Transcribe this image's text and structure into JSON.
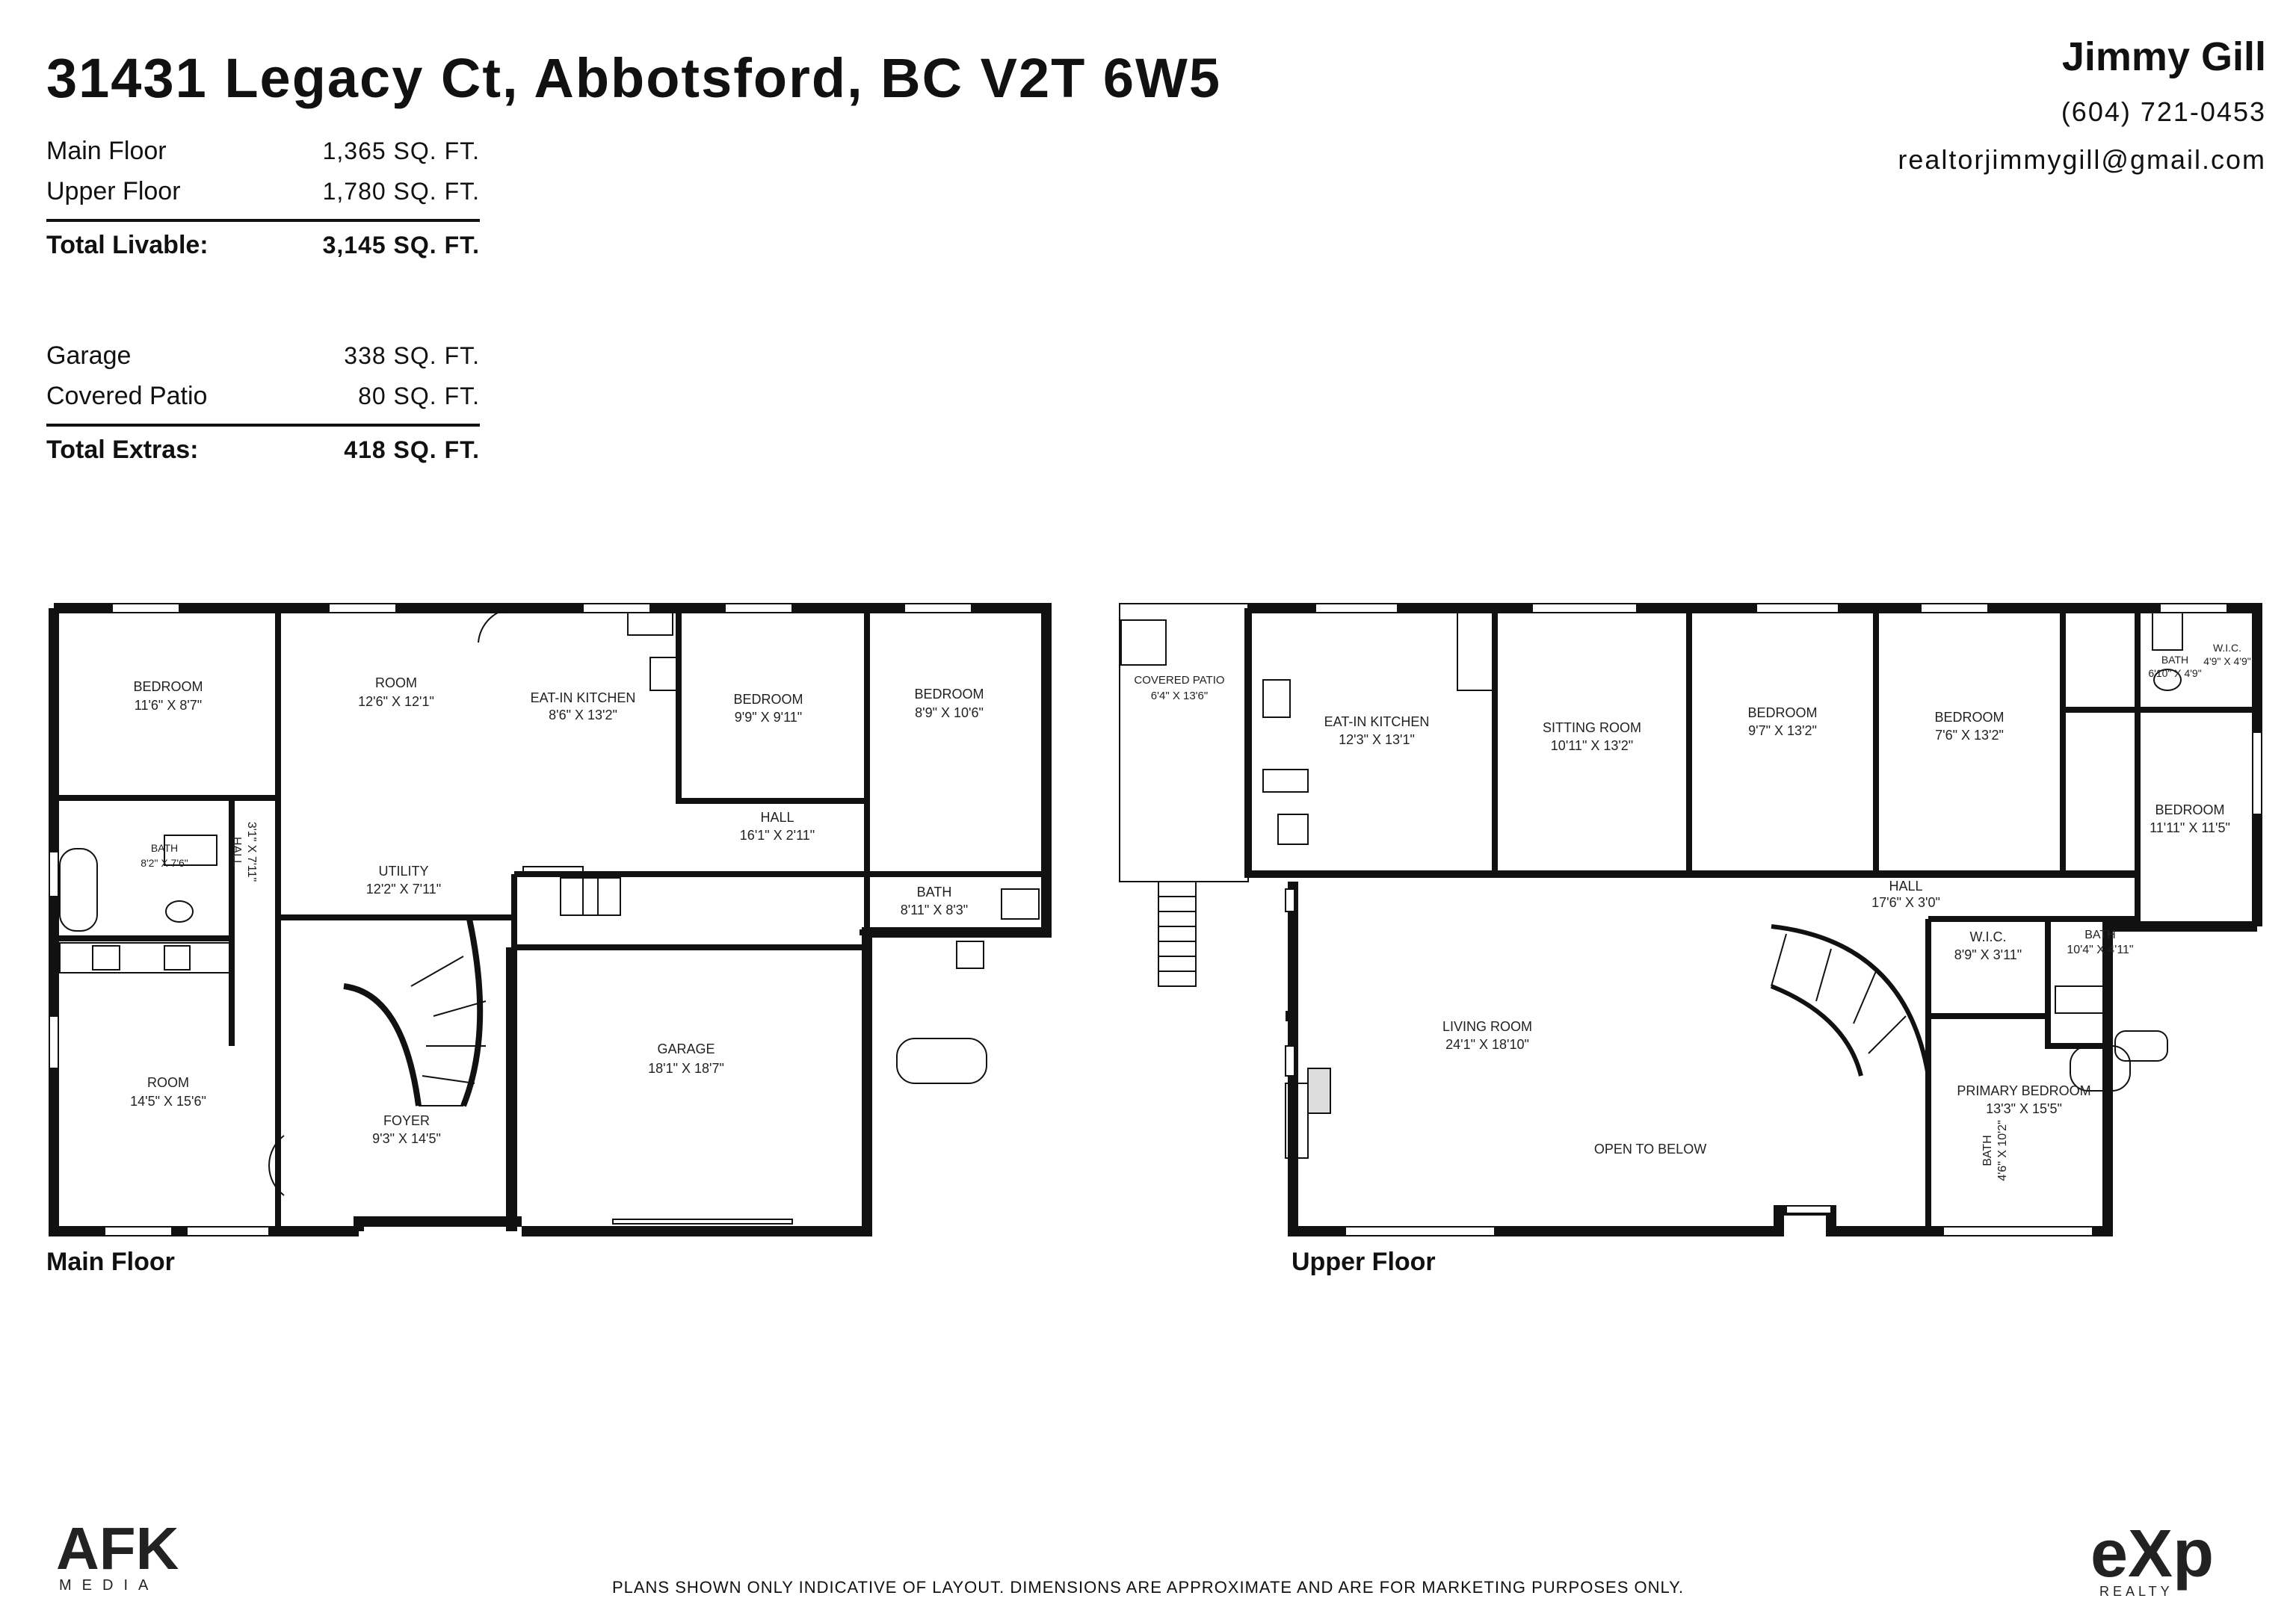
{
  "title": "31431 Legacy Ct, Abbotsford, BC V2T 6W5",
  "areas": {
    "livable": [
      {
        "label": "Main Floor",
        "value": "1,365 SQ. FT."
      },
      {
        "label": "Upper Floor",
        "value": "1,780 SQ. FT."
      }
    ],
    "livable_total": {
      "label": "Total Livable:",
      "value": "3,145 SQ. FT."
    },
    "extras": [
      {
        "label": "Garage",
        "value": "338 SQ. FT."
      },
      {
        "label": "Covered Patio",
        "value": "80 SQ. FT."
      }
    ],
    "extras_total": {
      "label": "Total Extras:",
      "value": "418 SQ. FT."
    }
  },
  "agent": {
    "name": "Jimmy Gill",
    "phone": "(604) 721-0453",
    "email": "realtorjimmygill@gmail.com"
  },
  "main_floor": {
    "label": "Main Floor",
    "rooms": {
      "bedroom_a": {
        "name": "BEDROOM",
        "dim": "11'6\" X 8'7\""
      },
      "room_a": {
        "name": "ROOM",
        "dim": "12'6\" X 12'1\""
      },
      "kitchen": {
        "name": "EAT-IN KITCHEN",
        "dim": "8'6\" X 13'2\""
      },
      "bedroom_b": {
        "name": "BEDROOM",
        "dim": "9'9\" X 9'11\""
      },
      "bedroom_c": {
        "name": "BEDROOM",
        "dim": "8'9\" X 10'6\""
      },
      "bath_a": {
        "name": "BATH",
        "dim": "8'2\" X 7'6\""
      },
      "hall_v": {
        "name": "HALL",
        "dim": "3'1\" X 7'11\""
      },
      "utility": {
        "name": "UTILITY",
        "dim": "12'2\" X 7'11\""
      },
      "hall_h": {
        "name": "HALL",
        "dim": "16'1\" X 2'11\""
      },
      "bath_b": {
        "name": "BATH",
        "dim": "8'11\" X 8'3\""
      },
      "garage": {
        "name": "GARAGE",
        "dim": "18'1\" X 18'7\""
      },
      "room_b": {
        "name": "ROOM",
        "dim": "14'5\" X 15'6\""
      },
      "foyer": {
        "name": "FOYER",
        "dim": "9'3\" X 14'5\""
      }
    }
  },
  "upper_floor": {
    "label": "Upper Floor",
    "rooms": {
      "patio": {
        "name": "COVERED PATIO",
        "dim": "6'4\" X 13'6\""
      },
      "kitchen": {
        "name": "EAT-IN KITCHEN",
        "dim": "12'3\" X 13'1\""
      },
      "sitting": {
        "name": "SITTING ROOM",
        "dim": "10'11\" X 13'2\""
      },
      "bedroom_a": {
        "name": "BEDROOM",
        "dim": "9'7\" X 13'2\""
      },
      "bedroom_b": {
        "name": "BEDROOM",
        "dim": "7'6\" X 13'2\""
      },
      "bath_a": {
        "name": "BATH",
        "dim": "6'10\" X 4'9\""
      },
      "wic_a": {
        "name": "W.I.C.",
        "dim": "4'9\" X 4'9\""
      },
      "bedroom_c": {
        "name": "BEDROOM",
        "dim": "11'11\" X 11'5\""
      },
      "hall": {
        "name": "HALL",
        "dim": "17'6\" X 3'0\""
      },
      "living": {
        "name": "LIVING ROOM",
        "dim": "24'1\" X 18'10\""
      },
      "wic_b": {
        "name": "W.I.C.",
        "dim": "8'9\" X 3'11\""
      },
      "bath_b": {
        "name": "BATH",
        "dim": "10'4\" X 4'11\""
      },
      "primary": {
        "name": "PRIMARY BEDROOM",
        "dim": "13'3\" X 15'5\""
      },
      "open": {
        "name": "OPEN TO BELOW",
        "dim": ""
      },
      "bath_c": {
        "name": "BATH",
        "dim": "4'6\" X 10'2\""
      }
    }
  },
  "disclaimer": "PLANS SHOWN ONLY INDICATIVE OF LAYOUT. DIMENSIONS ARE APPROXIMATE AND ARE FOR MARKETING PURPOSES ONLY.",
  "logos": {
    "left": {
      "mark": "AFK",
      "sub": "MEDIA",
      "color": "#1e4f6b"
    },
    "right": {
      "mark": "eXp",
      "sub": "REALTY",
      "color": "#111111"
    }
  }
}
